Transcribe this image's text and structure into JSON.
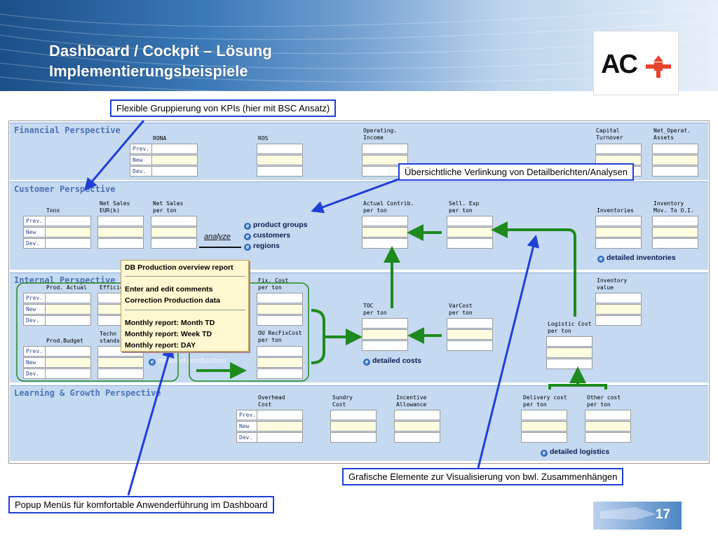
{
  "slide": {
    "title_line1": "Dashboard / Cockpit – Lösung",
    "title_line2": "Implementierungsbeispiele",
    "logo_text": "AC",
    "page_number": "17"
  },
  "callouts": {
    "gruppierung": "Flexible Gruppierung von KPIs (hier mit BSC Ansatz)",
    "verlinkung": "Übersichtliche Verlinkung von Detailberichten/Analysen",
    "grafisch": "Grafische Elemente zur Visualisierung von bwl. Zusammenhängen",
    "popup": "Popup Menüs für komfortable Anwenderführung im Dashboard"
  },
  "rows": {
    "prev": "Prev.",
    "new": "New",
    "dev": "Dev."
  },
  "financial": {
    "title": "Financial Perspective",
    "rona": "RONA",
    "ros": "ROS",
    "op_income": "Operating.\nIncome",
    "cap_turnover": "Capital\nTurnover",
    "net_assets": "Net_Operat.\nAssets"
  },
  "customer": {
    "title": "Customer Perspective",
    "tons": "Tons",
    "net_sales_eur": "Net Sales\nEUR(k)",
    "net_sales_ton": "Net Sales\nper ton",
    "analyze": "analyze",
    "link_groups": "product groups",
    "link_customers": "customers",
    "link_regions": "regions",
    "actual_contrib": "Actual Contrib.\nper ton",
    "sell_exp": "Sell. Exp\nper ton",
    "inventories": "Inventories",
    "inventory_mov": "Inventory\nMov. To O.I.",
    "detailed_inventories": "detailed inventories"
  },
  "internal": {
    "title": "Internal Perspective",
    "prod_actual": "Prod. Actual",
    "efficiency": "Efficien",
    "fix_cost": "Fix. Cost\nper ton",
    "prod_budget": "Prod.Budget",
    "tech_standard": "Techn\nstands",
    "ou_recfix": "OU RecFixCost\nper ton",
    "toc": "TOC\nper ton",
    "varcost": "VarCost\nper ton",
    "inventory_value": "Inventory\nvalue",
    "logistic_cost": "Logistic Cost\nper ton",
    "detailed_costs": "detailed costs",
    "detailed_production": "detailed production"
  },
  "learning": {
    "title": "Learning & Growth Perspective",
    "overhead": "Overhead\nCost",
    "sundry": "Sundry\nCost",
    "incentive": "Incentive\nAllowance",
    "delivery": "Delivery cost\nper ton",
    "other": "Other cost\nper ton",
    "detailed_logistics": "detailed logistics"
  },
  "popup_menu": {
    "item1": "DB Production overview report",
    "item2": "Enter and edit comments",
    "item3": "Correction Production data",
    "item4": "Monthly report: Month TD",
    "item5": "Monthly report: Week TD",
    "item6": "Monthly report: DAY"
  },
  "colors": {
    "arrow_blue": "#1f3fd6",
    "flow_green": "#1e8a1e",
    "band": "#c5d9f1",
    "title_blue": "#4b74b8"
  }
}
